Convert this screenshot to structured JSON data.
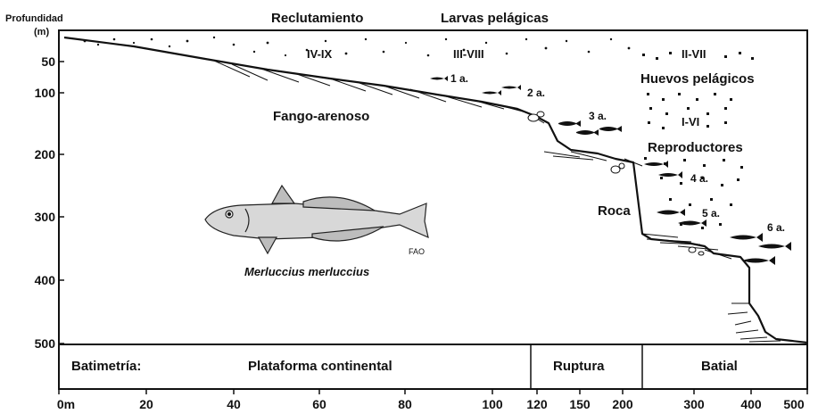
{
  "axis": {
    "y_title_line1": "Profundidad",
    "y_title_line2": "(m)",
    "y_ticks": [
      "50",
      "100",
      "200",
      "300",
      "400",
      "500"
    ],
    "x_ticks": [
      "0m",
      "20",
      "40",
      "60",
      "80",
      "100",
      "120",
      "150",
      "200",
      "300",
      "400",
      "500"
    ]
  },
  "zones": {
    "recruitment": "Reclutamiento",
    "pelagic_larvae": "Larvas pelágicas",
    "recruit_months": "IV-IX",
    "larvae_months": "III-VIII",
    "eggs_months_top": "II-VII",
    "pelagic_eggs": "Huevos pelágicos",
    "spawn_months": "I-VI",
    "spawners": "Reproductores",
    "sandy_mud": "Fango-arenoso",
    "rock": "Roca"
  },
  "ages": [
    "1 a.",
    "2 a.",
    "3 a.",
    "4 a.",
    "5 a.",
    "6 a."
  ],
  "species": {
    "name": "Merluccius merluccius",
    "credit": "FAO"
  },
  "bathymetry": {
    "label": "Batimetría:",
    "shelf": "Plataforma continental",
    "break": "Ruptura",
    "bathyal": "Batial"
  },
  "colors": {
    "ink": "#111111",
    "background": "#ffffff",
    "fish_fill": "#d8d8d8"
  }
}
